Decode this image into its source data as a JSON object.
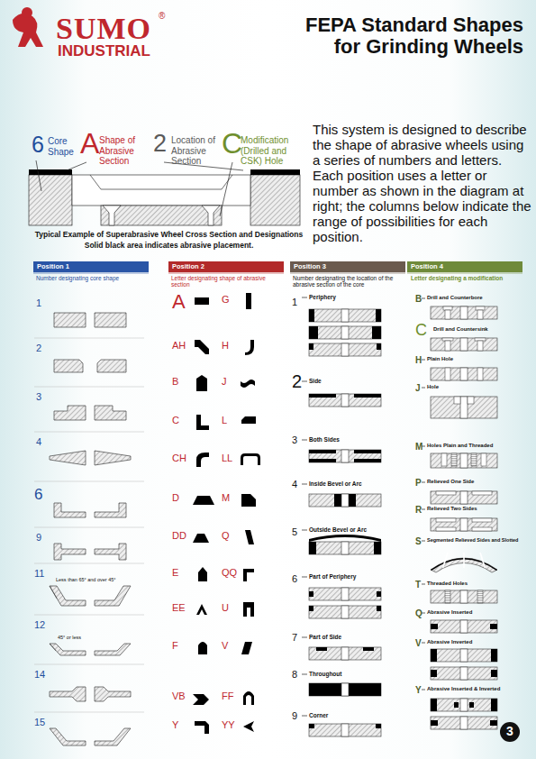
{
  "diagram": {
    "title": "FEPA Standard Shapes for Grinding Wheels",
    "nodes": [
      {
        "text": [
          "Position 1"
        ]
      },
      {
        "text": [
          "Position 2"
        ]
      },
      {
        "text": [
          "Position 3"
        ]
      },
      {
        "text": [
          "Position 4"
        ]
      }
    ],
    "labels": [
      "SUMO",
      "®",
      "INDUSTRIAL",
      "6",
      "Core Shape",
      "A",
      "Shape of Abrasive Section",
      "2",
      "Location of Abrasive Section",
      "C",
      "Modification (Drilled and CSK) Hole",
      "Typical Example of Superabrasive Wheel Cross Section and Designations",
      "Solid black area indicates abrasive placement.",
      "This system is designed to describe the shape of abrasive wheels using a series of numbers and letters. Each position uses a letter or number as shown in the diagram at right; the columns below indicate the range of possibilities for each position.",
      "Number designating core shape",
      "1",
      "2",
      "3",
      "4",
      "6",
      "9",
      "11",
      "12",
      "14",
      "15",
      "Less than 65° and over 45°",
      "45° or less",
      "Letter designating shape of abrasive section",
      "A",
      "G",
      "AH",
      "H",
      "B",
      "J",
      "C",
      "L",
      "CH",
      "LL",
      "D",
      "M",
      "DD",
      "Q",
      "E",
      "QQ",
      "EE",
      "U",
      "F",
      "V",
      "VB",
      "FF",
      "Y",
      "YY",
      "Number designating the location of the abrasive section of the core",
      "1",
      "Periphery",
      "2",
      "Side",
      "3",
      "Both Sides",
      "4",
      "Inside Bevel or Arc",
      "5",
      "Outside Bevel or Arc",
      "6",
      "Part of Periphery",
      "7",
      "Part of Side",
      "8",
      "Throughout",
      "9",
      "Corner",
      "Letter designating a modification",
      "B",
      "Drill and Counterbore",
      "C",
      "Drill and Countersink",
      "H",
      "Plain Hole",
      "J",
      "Hole",
      "M",
      "Holes Plain and Threaded",
      "P",
      "Relieved One Side",
      "R",
      "Relieved Two Sides",
      "S",
      "Segmented Relieved Sides and Slotted",
      "T",
      "Threaded Holes",
      "Q",
      "Abrasive Inserted",
      "V",
      "Abrasive Inverted",
      "Y",
      "Abrasive Inserted & Inverted",
      "3"
    ]
  }
}
